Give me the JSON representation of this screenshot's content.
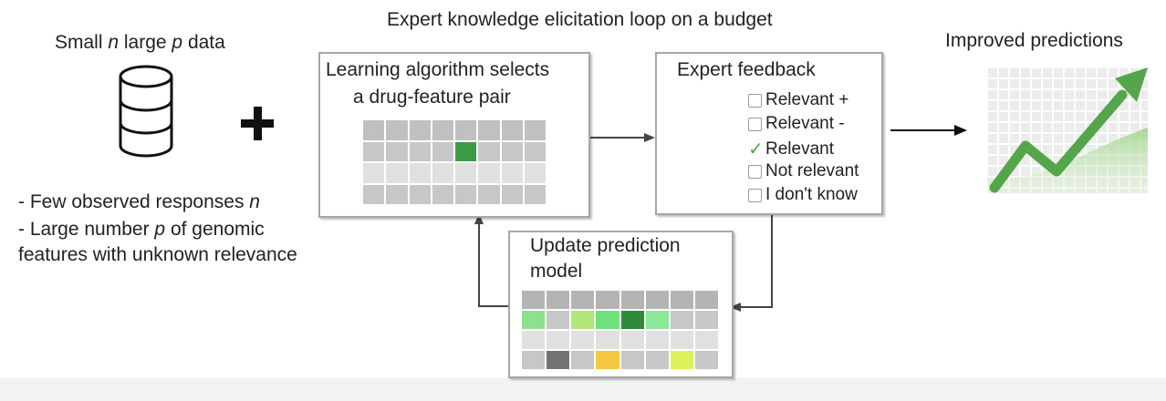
{
  "header": {
    "title": "Expert knowledge elicitation loop on a budget"
  },
  "data_panel": {
    "title_parts": [
      "Small ",
      "n",
      " large ",
      "p",
      " data"
    ],
    "bullets": [
      [
        "- Few observed responses ",
        "n",
        ""
      ],
      [
        "- Large number ",
        "p",
        " of genomic"
      ],
      [
        "features with unknown relevance",
        "",
        ""
      ]
    ],
    "icon": "database-icon",
    "plus_icon": "plus-icon"
  },
  "select_box": {
    "title_line1": "Learning algorithm selects",
    "title_line2": "a drug-feature pair",
    "grid_colors": [
      [
        "#c0c0c0",
        "#c0c0c0",
        "#c0c0c0",
        "#c0c0c0",
        "#c0c0c0",
        "#c0c0c0",
        "#c0c0c0",
        "#c0c0c0"
      ],
      [
        "#c7c7c7",
        "#c7c7c7",
        "#c7c7c7",
        "#c7c7c7",
        "#3c9b45",
        "#c7c7c7",
        "#c7c7c7",
        "#c7c7c7"
      ],
      [
        "#e0e0e0",
        "#e0e0e0",
        "#e0e0e0",
        "#e0e0e0",
        "#e0e0e0",
        "#e0e0e0",
        "#e0e0e0",
        "#e0e0e0"
      ],
      [
        "#c7c7c7",
        "#c7c7c7",
        "#c7c7c7",
        "#c7c7c7",
        "#c7c7c7",
        "#c7c7c7",
        "#c7c7c7",
        "#c7c7c7"
      ]
    ]
  },
  "feedback_box": {
    "title": "Expert feedback",
    "icon": "doctor-icon",
    "options": [
      {
        "label": "Relevant +",
        "checked": false
      },
      {
        "label": "Relevant -",
        "checked": false
      },
      {
        "label": "Relevant",
        "checked": true
      },
      {
        "label": "Not relevant",
        "checked": false
      },
      {
        "label": "I don't know",
        "checked": false
      }
    ],
    "check_glyph": "✓"
  },
  "update_box": {
    "title_line1": "Update prediction",
    "title_line2": "model",
    "grid_colors": [
      [
        "#b4b4b4",
        "#b4b4b4",
        "#b4b4b4",
        "#b4b4b4",
        "#b4b4b4",
        "#b4b4b4",
        "#b4b4b4",
        "#b4b4b4"
      ],
      [
        "#8ee08e",
        "#c7c7c7",
        "#b3e67a",
        "#6fe17a",
        "#2e8a3a",
        "#8ee89a",
        "#c7c7c7",
        "#c7c7c7"
      ],
      [
        "#e0e0e0",
        "#e0e0e0",
        "#e0e0e0",
        "#e0e0e0",
        "#e0e0e0",
        "#e0e0e0",
        "#e0e0e0",
        "#e0e0e0"
      ],
      [
        "#c7c7c7",
        "#737373",
        "#c7c7c7",
        "#f5c842",
        "#c7c7c7",
        "#c7c7c7",
        "#ddf25a",
        "#c7c7c7"
      ]
    ]
  },
  "result": {
    "title": "Improved predictions",
    "icon": "trend-chart-icon"
  },
  "colors": {
    "box_border": "#a6a6a6",
    "arrow": "#444444",
    "accent_green": "#3c9b45"
  }
}
